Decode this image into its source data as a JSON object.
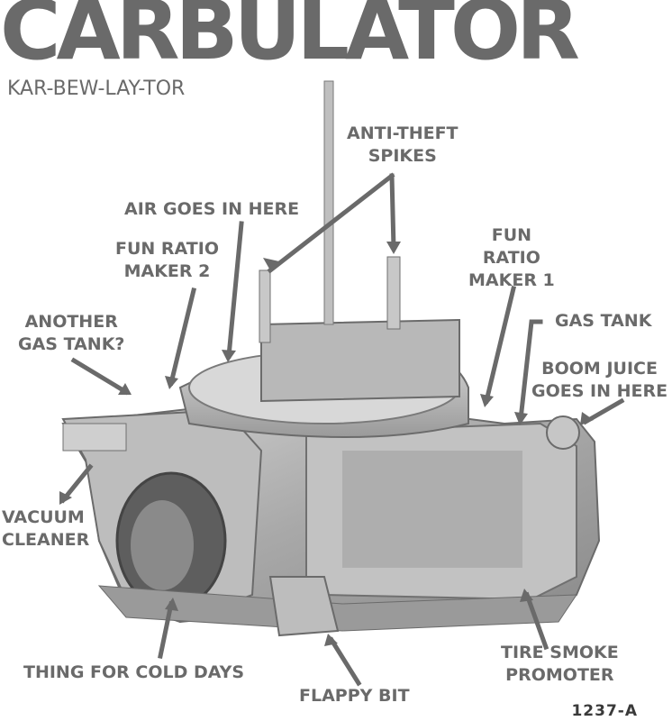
{
  "title": "CARBULATOR",
  "subtitle": "KAR-BEW-LAY-TOR",
  "catalog_number": "1237-A",
  "colors": {
    "text": "#6a6a6a",
    "part": "#b5b5b5",
    "shadow": "#7a7a7a"
  },
  "labels": {
    "anti_theft": "ANTI-THEFT\nSPIKES",
    "air": "AIR GOES IN HERE",
    "fun_ratio_2": "FUN RATIO\nMAKER 2",
    "fun_ratio_1": "FUN\nRATIO\nMAKER 1",
    "gas_tank": "GAS TANK",
    "another_gas_tank": "ANOTHER\nGAS TANK?",
    "boom_juice": "BOOM JUICE\nGOES IN HERE",
    "vacuum": "VACUUM\nCLEANER",
    "thing_cold": "THING FOR COLD DAYS",
    "tire_smoke": "TIRE SMOKE\nPROMOTER",
    "flappy": "FLAPPY BIT"
  }
}
